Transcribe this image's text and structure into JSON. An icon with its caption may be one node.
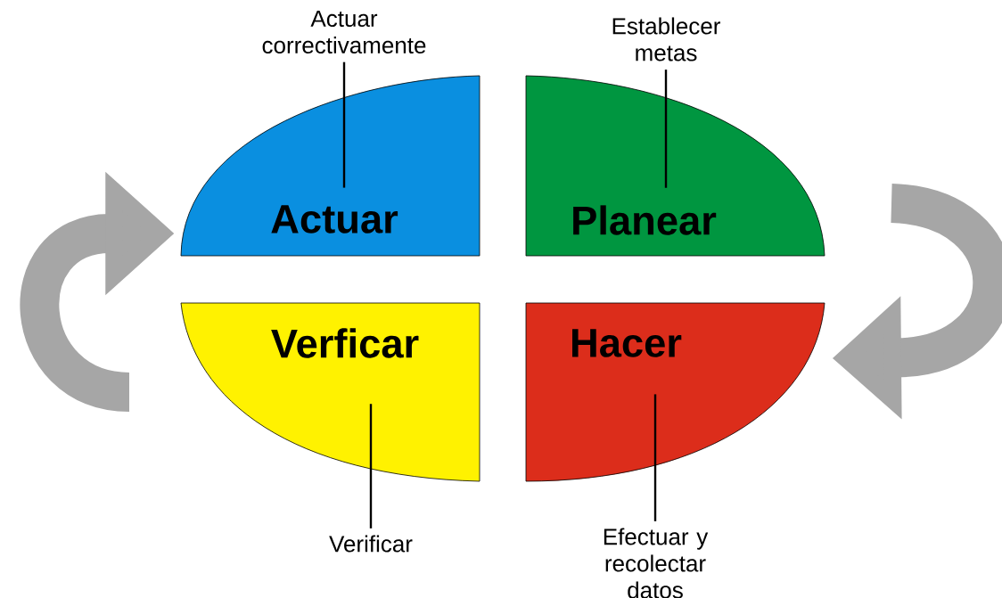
{
  "diagram": {
    "nodes": [
      {
        "text": [
          "Actuar"
        ]
      },
      {
        "text": [
          "Planear"
        ]
      },
      {
        "text": [
          "Verficar"
        ]
      },
      {
        "text": [
          "Hacer"
        ]
      },
      {
        "text": [
          "Actuar correctivamente"
        ]
      },
      {
        "text": [
          "Establecer metas"
        ]
      },
      {
        "text": [
          "Verificar"
        ]
      },
      {
        "text": [
          "Efectuar y recolectar datos"
        ]
      }
    ],
    "edges": [
      {
        "from": 4,
        "to": 0,
        "arrow": "none"
      },
      {
        "from": 5,
        "to": 1,
        "arrow": "none"
      },
      {
        "from": 6,
        "to": 2,
        "arrow": "none"
      },
      {
        "from": 7,
        "to": 3,
        "arrow": "none"
      },
      {
        "from": null,
        "to": 0,
        "arrow": "to",
        "style": "thick",
        "color": "#a6a6a6"
      },
      {
        "from": null,
        "to": 3,
        "arrow": "to",
        "style": "thick",
        "color": "#a6a6a6"
      }
    ]
  }
}
